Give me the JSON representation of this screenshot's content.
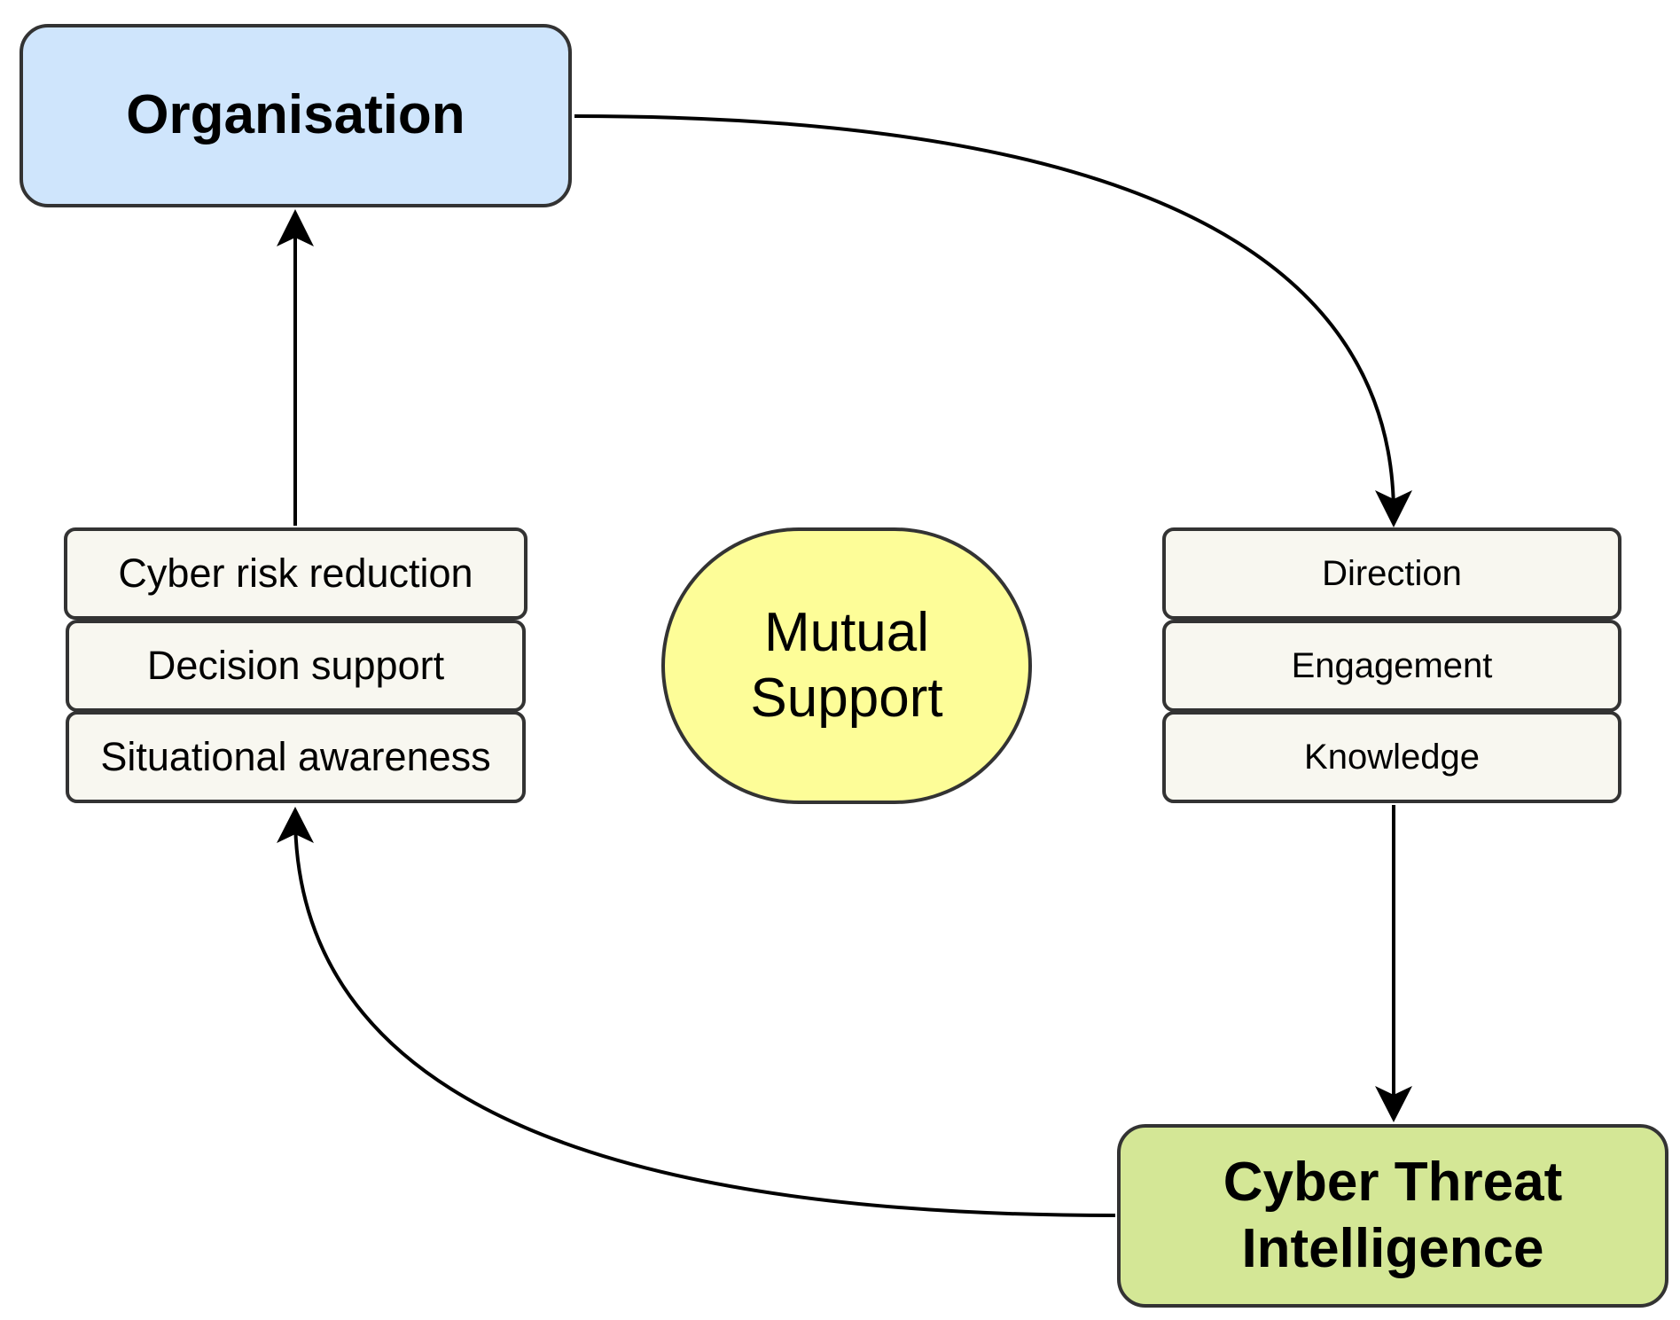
{
  "nodes": {
    "organisation": "Organisation",
    "cyber_threat_intelligence": [
      "Cyber Threat",
      "Intelligence"
    ],
    "mutual_support": [
      "Mutual",
      "Support"
    ]
  },
  "outputs_stack": [
    "Cyber risk reduction",
    "Decision support",
    "Situational awareness"
  ],
  "inputs_stack": [
    "Direction",
    "Engagement",
    "Knowledge"
  ],
  "colors": {
    "organisation": "#cfe5fc",
    "cyber_threat_intelligence": "#d4e796",
    "mutual_support": "#fdfd98",
    "stack_item": "#f8f7f0",
    "border": "#333333"
  }
}
